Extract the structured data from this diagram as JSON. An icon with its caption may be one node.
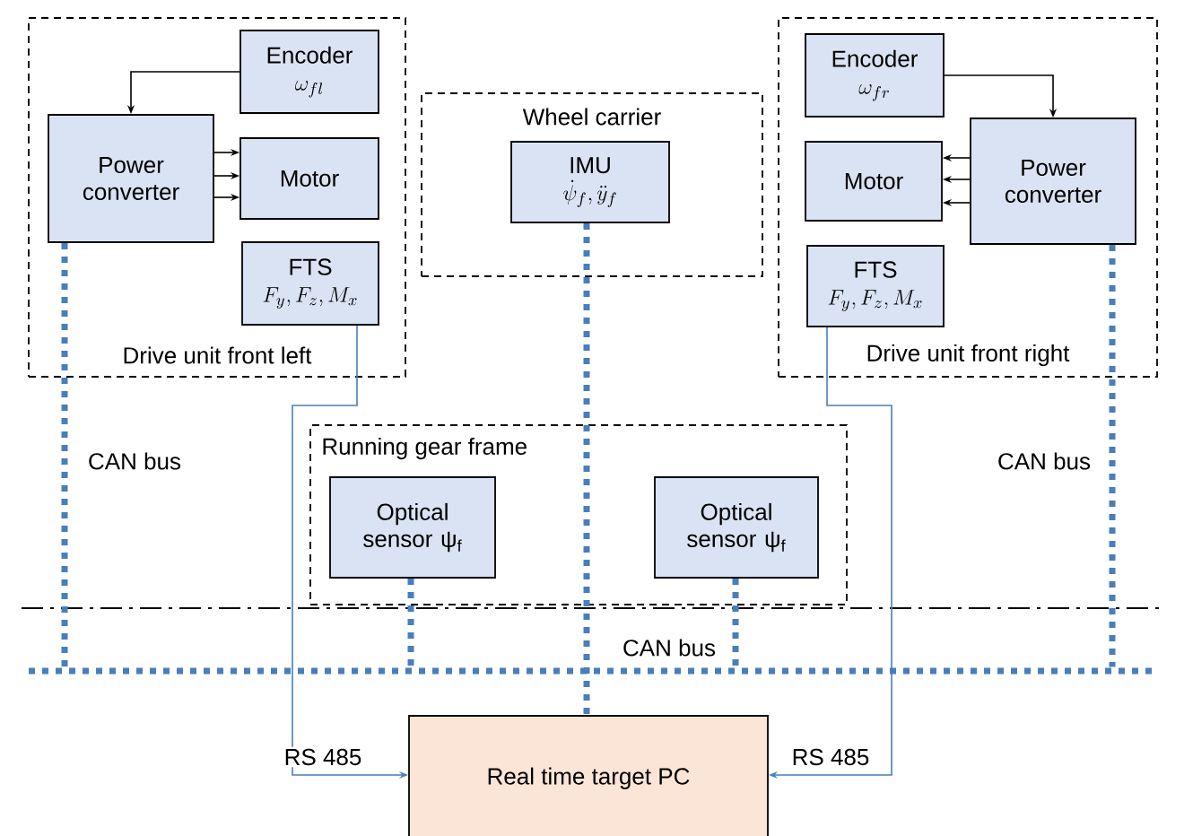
{
  "diagram": {
    "nodes": [
      {
        "text": [
          "Drive unit front left"
        ]
      },
      {
        "text": [
          "Encoder",
          "\\omega_{fl}"
        ],
        "in": 0
      },
      {
        "text": [
          "Power converter"
        ],
        "in": 0
      },
      {
        "text": [
          "Motor"
        ],
        "in": 0
      },
      {
        "text": [
          "FTS",
          "F_y, F_z, M_x"
        ],
        "in": 0
      },
      {
        "text": [
          "Wheel carrier"
        ]
      },
      {
        "text": [
          "IMU",
          "\\dot{\\psi}_f, \\ddot{y}_f"
        ],
        "in": 5
      },
      {
        "text": [
          "Drive unit front right"
        ]
      },
      {
        "text": [
          "Encoder",
          "\\omega_{fr}"
        ],
        "in": 7
      },
      {
        "text": [
          "Motor"
        ],
        "in": 7
      },
      {
        "text": [
          "Power converter"
        ],
        "in": 7
      },
      {
        "text": [
          "FTS",
          "F_y, F_z, M_x"
        ],
        "in": 7
      },
      {
        "text": [
          "Running gear frame"
        ]
      },
      {
        "text": [
          "Optical sensor ψ$_{f}$"
        ],
        "in": 12
      },
      {
        "text": [
          "Optical sensor ψ$_{f}$"
        ],
        "in": 12
      },
      {
        "text": [
          "Real time target PC"
        ]
      },
      {
        "text": [],
        "shape": "bar",
        "beside": [
          "CAN bus"
        ]
      }
    ],
    "edges": [
      {
        "from": 1,
        "to": 2,
        "arrow": "to"
      },
      {
        "from": 2,
        "to": 3,
        "arrow": "to"
      },
      {
        "from": 2,
        "to": 3,
        "arrow": "to"
      },
      {
        "from": 2,
        "to": 3,
        "arrow": "to"
      },
      {
        "from": 4,
        "to": 15,
        "arrow": "to",
        "label": "RS 485",
        "color": "#4a7ebb"
      },
      {
        "from": 8,
        "to": 10,
        "arrow": "to"
      },
      {
        "from": 10,
        "to": 9,
        "arrow": "to"
      },
      {
        "from": 10,
        "to": 9,
        "arrow": "to"
      },
      {
        "from": 10,
        "to": 9,
        "arrow": "to"
      },
      {
        "from": 11,
        "to": 15,
        "arrow": "to",
        "label": "RS 485",
        "color": "#4a7ebb"
      },
      {
        "from": 2,
        "to": 16,
        "arrow": "none",
        "style": "dashed",
        "color": "#4a7ebb"
      },
      {
        "from": 6,
        "to": 15,
        "arrow": "none",
        "style": "dashed",
        "color": "#4a7ebb"
      },
      {
        "from": 13,
        "to": 16,
        "arrow": "none",
        "style": "dashed",
        "color": "#4a7ebb"
      },
      {
        "from": 14,
        "to": 16,
        "arrow": "none",
        "style": "dashed",
        "color": "#4a7ebb"
      },
      {
        "from": 10,
        "to": 16,
        "arrow": "none",
        "style": "dashed",
        "color": "#4a7ebb"
      }
    ],
    "labels": [
      "CAN bus",
      "CAN bus"
    ]
  }
}
